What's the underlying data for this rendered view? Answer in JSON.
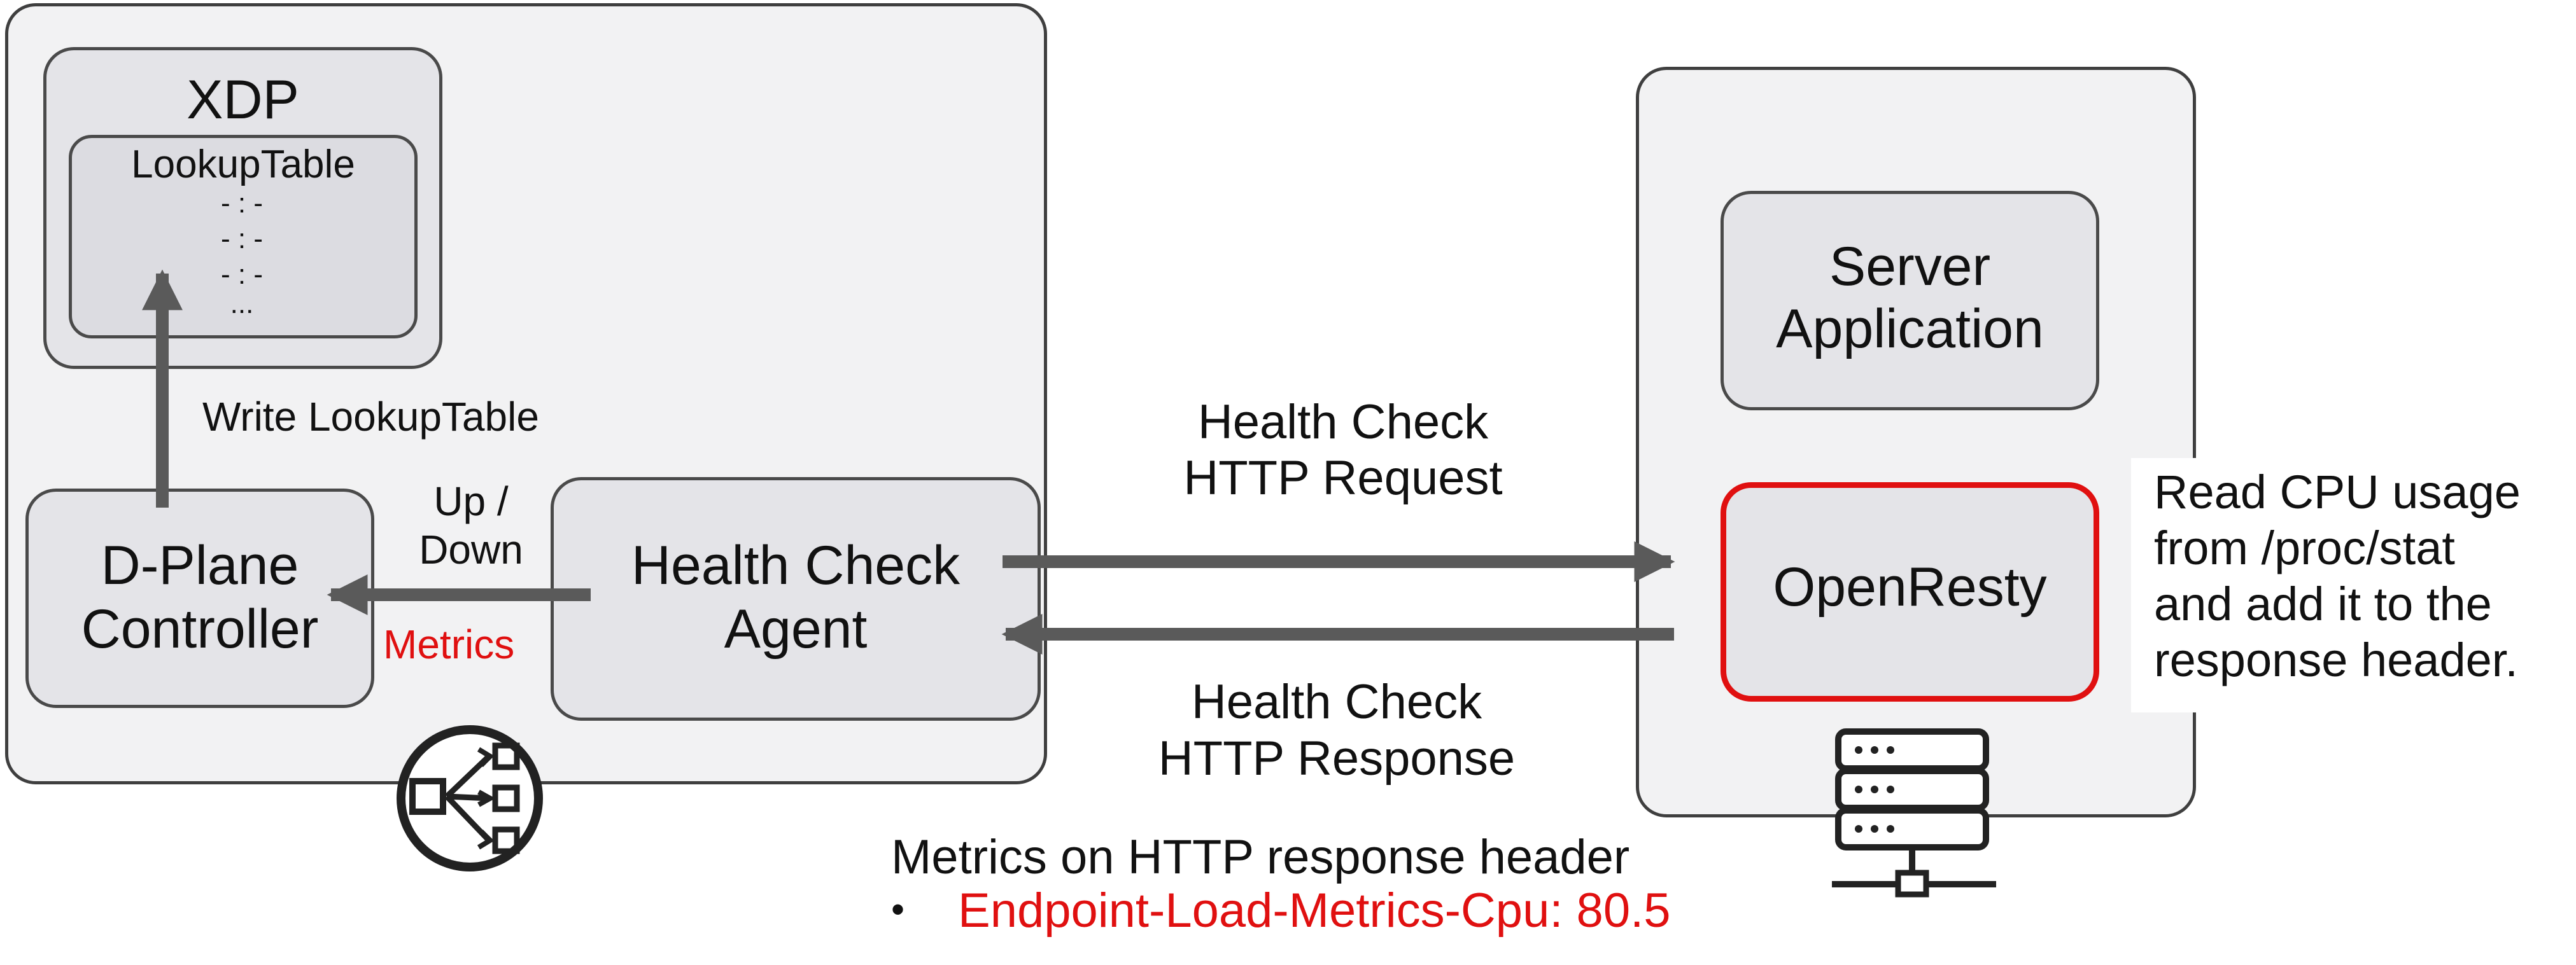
{
  "xdp": {
    "title": "XDP",
    "table_title": "LookupTable",
    "rows": [
      "- : -",
      "- : -",
      "- : -",
      "..."
    ]
  },
  "dplane": {
    "line1": "D-Plane",
    "line2": "Controller"
  },
  "agent": {
    "line1": "Health Check",
    "line2": "Agent"
  },
  "server_app": {
    "line1": "Server",
    "line2": "Application"
  },
  "openresty": {
    "label": "OpenResty"
  },
  "edges": {
    "write_table": "Write LookupTable",
    "up_down_1": "Up /",
    "up_down_2": "Down",
    "metrics": "Metrics",
    "request_1": "Health Check",
    "request_2": "HTTP Request",
    "response_1": "Health Check",
    "response_2": "HTTP Response"
  },
  "note": {
    "lines": [
      "Read CPU usage",
      "from /proc/stat",
      "and add it to the",
      "response header."
    ]
  },
  "footer": {
    "title": "Metrics on HTTP response header",
    "bullet": "•",
    "item": "Endpoint-Load-Metrics-Cpu: 80.5"
  },
  "colors": {
    "accent_red": "#e01010",
    "arrow_gray": "#5a5a5a",
    "panel_bg": "#f2f2f3",
    "node_bg": "#e4e4e8"
  },
  "icons": {
    "load_balancer": "load-balancer-icon",
    "server_rack": "server-rack-icon"
  }
}
